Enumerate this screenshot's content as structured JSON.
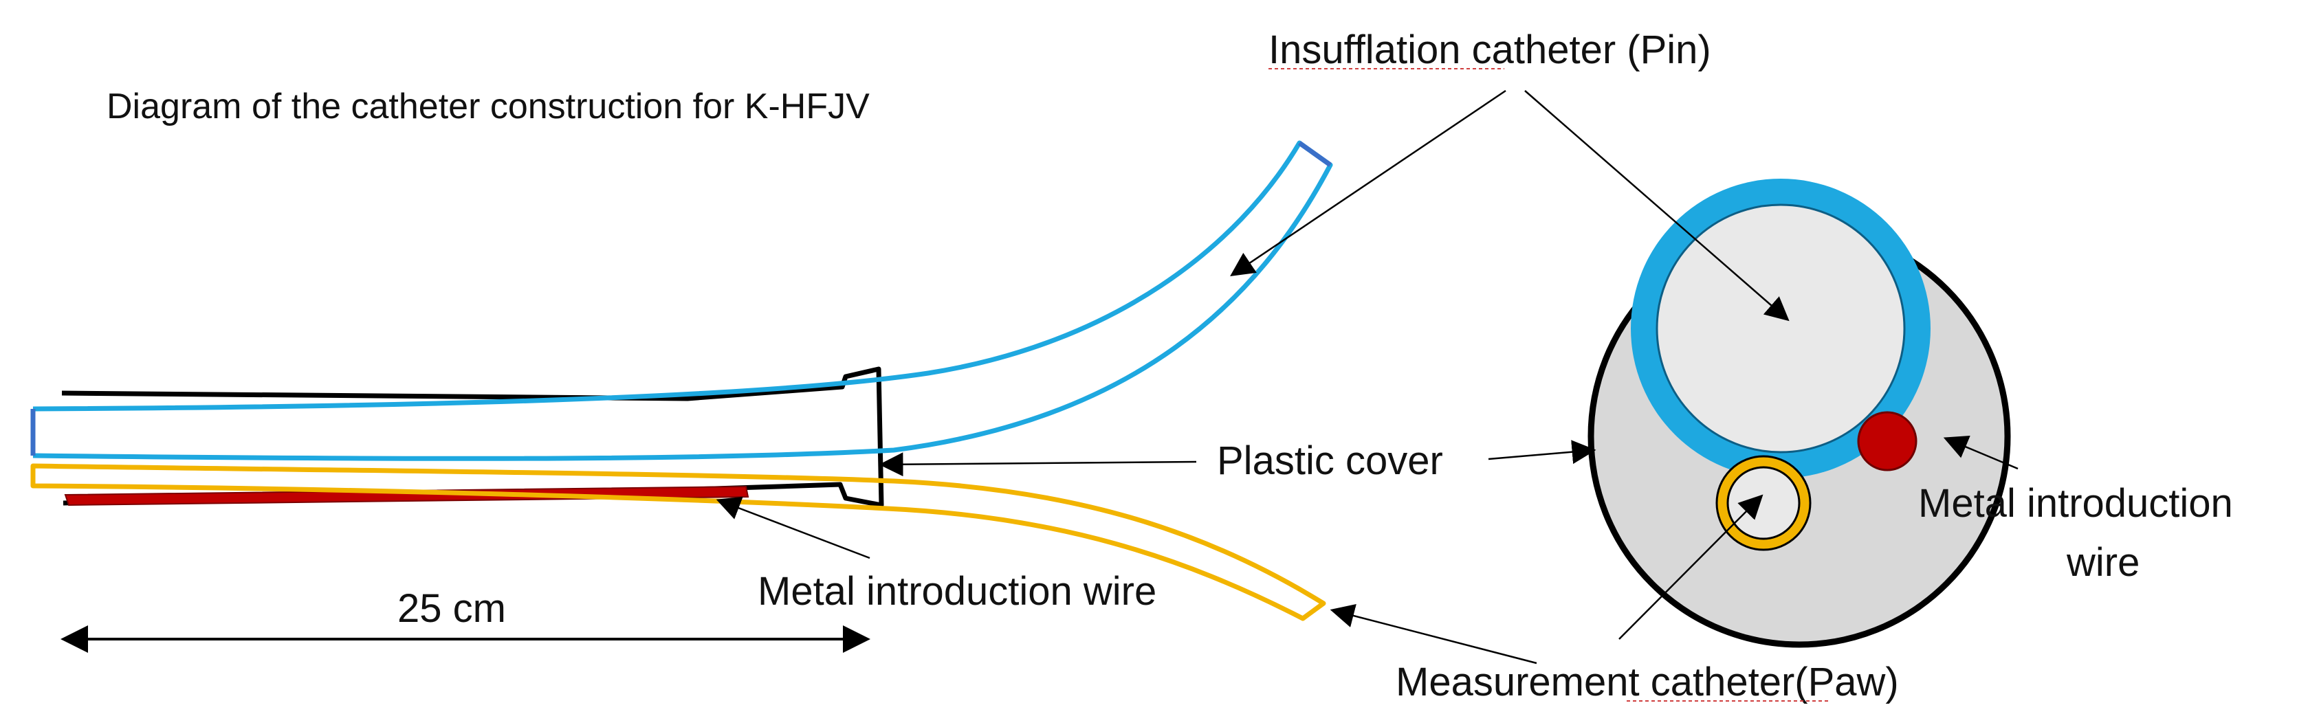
{
  "title": "Diagram of the catheter construction for K-HFJV",
  "labels": {
    "insufflation_catheter": "Insufflation catheter (Pin)",
    "plastic_cover": "Plastic cover",
    "metal_wire_longitudinal": "Metal introduction wire",
    "metal_wire_cross_line1": "Metal introduction",
    "metal_wire_cross_line2": "wire",
    "measurement_catheter": "Measurement catheter(Paw)",
    "length": "25 cm"
  },
  "colors": {
    "insufflation": "#1ea8e0",
    "insufflation_end": "#3a6fc8",
    "measurement": "#f2b400",
    "metal_wire": "#c00000",
    "cover_outline": "#000000",
    "cross_section_fill": "#d8d8d8",
    "lumen_fill": "#e9e9e9"
  },
  "icons": {
    "arrowhead": "arrow-icon",
    "dimension_arrows": "double-arrow-icon"
  }
}
